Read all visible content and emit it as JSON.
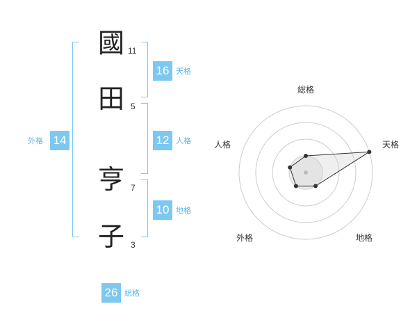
{
  "name": {
    "characters": [
      {
        "char": "國",
        "strokes": "11"
      },
      {
        "char": "田",
        "strokes": "5"
      },
      {
        "char": "亨",
        "strokes": "7"
      },
      {
        "char": "子",
        "strokes": "3"
      }
    ]
  },
  "fortunes": {
    "tenkaku": {
      "label": "天格",
      "value": "16"
    },
    "jinkaku": {
      "label": "人格",
      "value": "12"
    },
    "chikaku": {
      "label": "地格",
      "value": "10"
    },
    "gaikaku": {
      "label": "外格",
      "value": "14"
    },
    "soukaku": {
      "label": "総格",
      "value": "26"
    }
  },
  "radar": {
    "axes": [
      "総格",
      "天格",
      "地格",
      "外格",
      "人格"
    ],
    "levels": [
      1,
      2,
      3,
      4
    ],
    "values": [
      1,
      4,
      1,
      1,
      1
    ],
    "max": 4,
    "colors": {
      "grid": "#cccccc",
      "fill": "#eeeeee",
      "line": "#333333",
      "point": "#333333",
      "center": "#bbbbbb"
    }
  }
}
